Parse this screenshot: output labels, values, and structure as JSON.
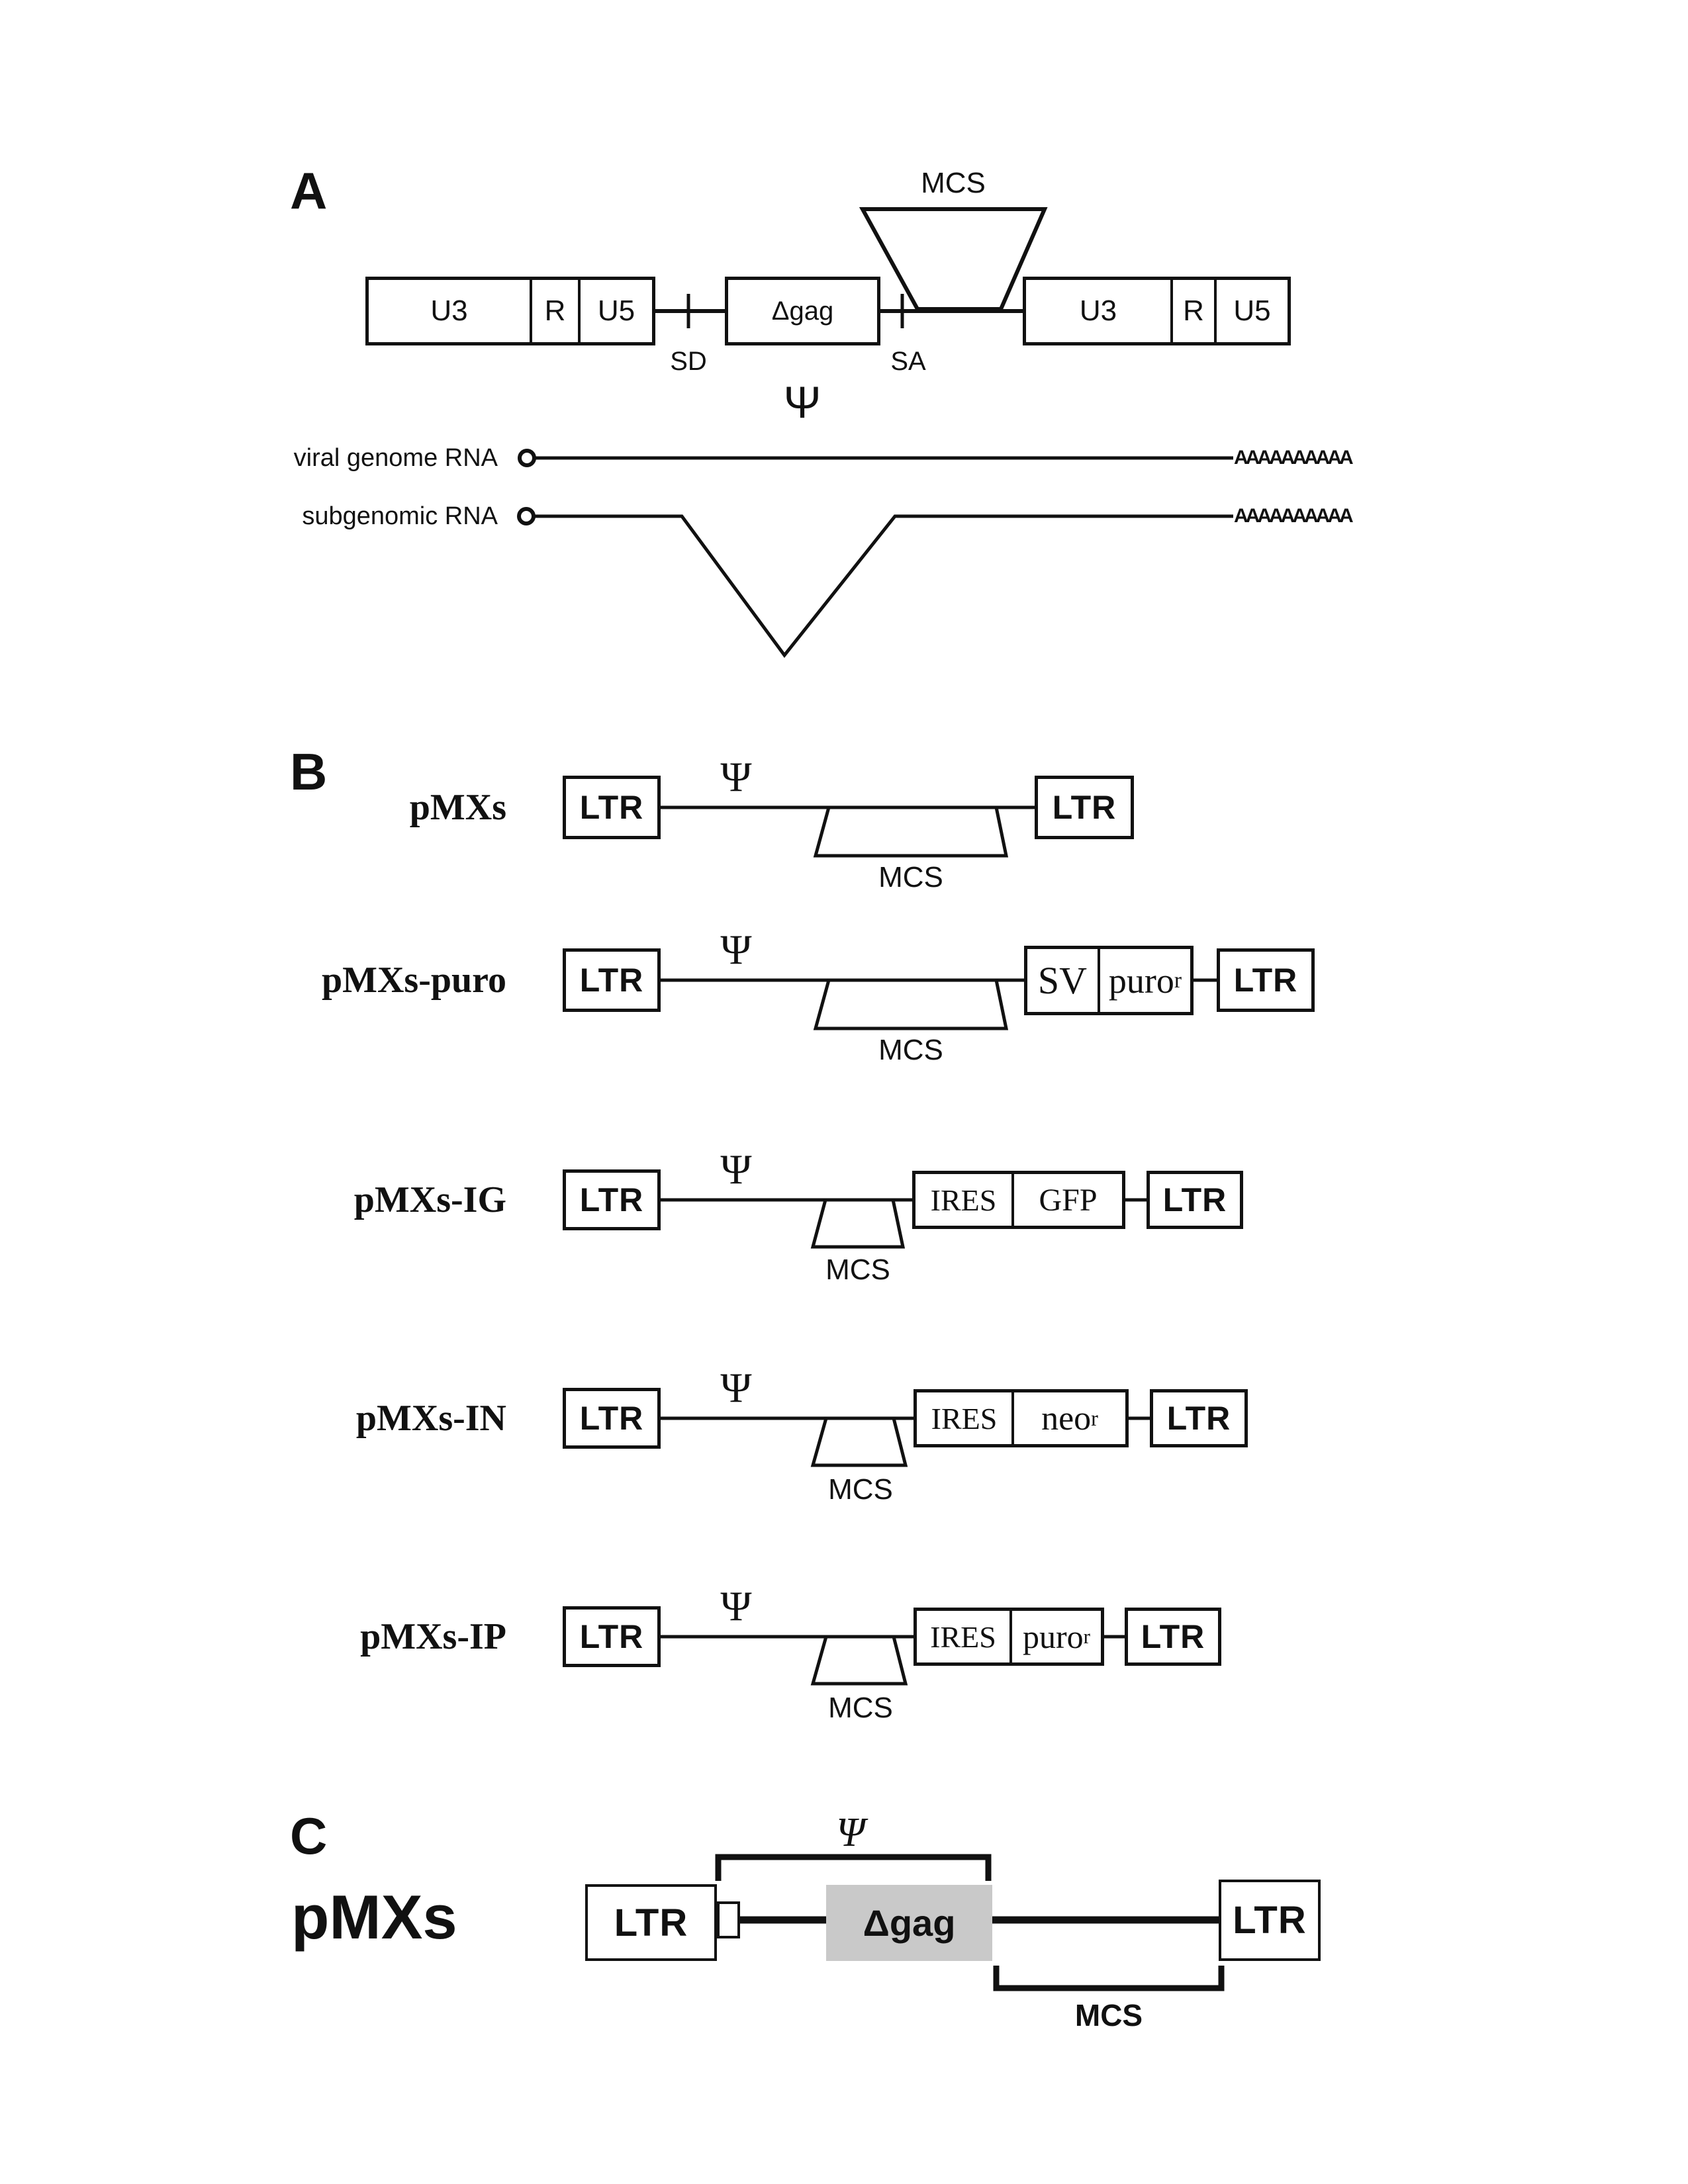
{
  "figure": {
    "panel_a": {
      "label": "A",
      "mcs": "MCS",
      "psi": "Ψ",
      "sd": "SD",
      "sa": "SA",
      "gag": "Δgag",
      "ltr_left": {
        "u3": "U3",
        "r": "R",
        "u5": "U5"
      },
      "ltr_right": {
        "u3": "U3",
        "r": "R",
        "u5": "U5"
      },
      "rna_rows": [
        {
          "label": "viral genome RNA",
          "poly_a": "AAAAAAAAAA"
        },
        {
          "label": "subgenomic RNA",
          "poly_a": "AAAAAAAAAA"
        }
      ]
    },
    "panel_b": {
      "label": "B",
      "rows": [
        {
          "name": "pMXs",
          "psi": "Ψ",
          "mcs": "MCS",
          "ltr_left": "LTR",
          "ltr_right": "LTR",
          "cassette": []
        },
        {
          "name": "pMXs-puro",
          "psi": "Ψ",
          "mcs": "MCS",
          "ltr_left": "LTR",
          "ltr_right": "LTR",
          "cassette": [
            {
              "text": "SV",
              "sup": ""
            },
            {
              "text": "puro",
              "sup": "r"
            }
          ]
        },
        {
          "name": "pMXs-IG",
          "psi": "Ψ",
          "mcs": "MCS",
          "ltr_left": "LTR",
          "ltr_right": "LTR",
          "cassette": [
            {
              "text": "IRES",
              "sup": ""
            },
            {
              "text": "GFP",
              "sup": ""
            }
          ]
        },
        {
          "name": "pMXs-IN",
          "psi": "Ψ",
          "mcs": "MCS",
          "ltr_left": "LTR",
          "ltr_right": "LTR",
          "cassette": [
            {
              "text": "IRES",
              "sup": ""
            },
            {
              "text": "neo",
              "sup": "r"
            }
          ]
        },
        {
          "name": "pMXs-IP",
          "psi": "Ψ",
          "mcs": "MCS",
          "ltr_left": "LTR",
          "ltr_right": "LTR",
          "cassette": [
            {
              "text": "IRES",
              "sup": ""
            },
            {
              "text": "puro",
              "sup": "r"
            }
          ]
        }
      ]
    },
    "panel_c": {
      "label": "C",
      "name": "pMXs",
      "psi": "Ψ",
      "mcs": "MCS",
      "gag": "Δgag",
      "ltr_left": "LTR",
      "ltr_right": "LTR"
    },
    "colors": {
      "ink": "#111111",
      "gag_shading": "#c9c9c9",
      "background": "#ffffff"
    }
  }
}
